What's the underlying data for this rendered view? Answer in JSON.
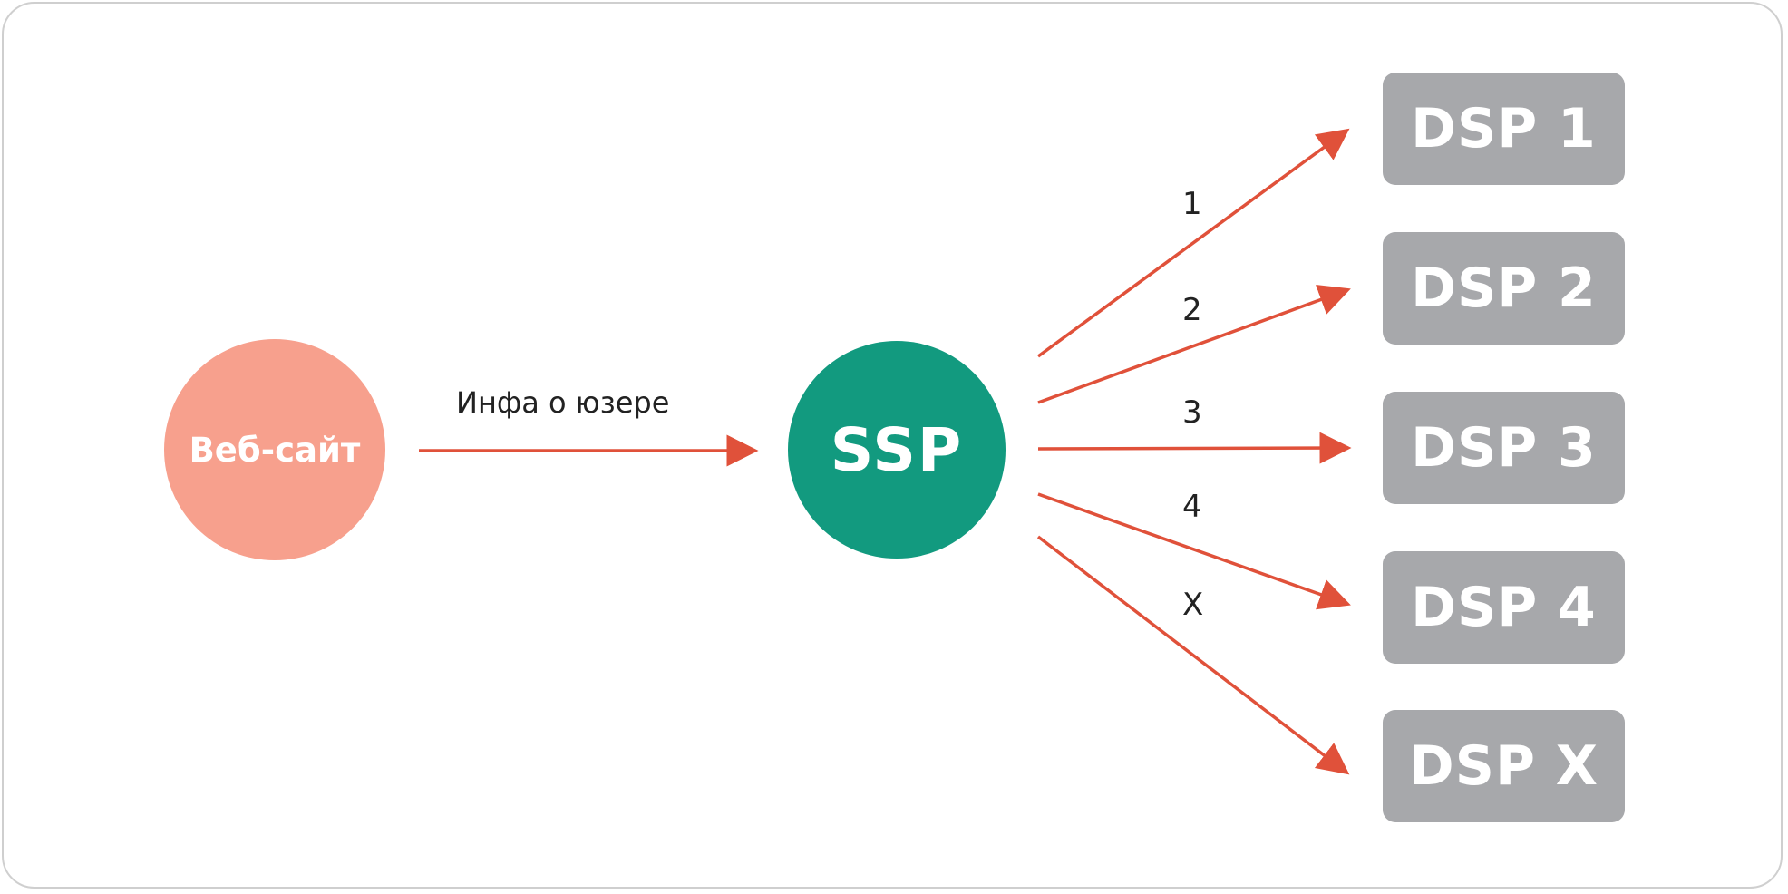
{
  "colors": {
    "frame_border": "#cfcfcf",
    "website_fill": "#f7a08d",
    "ssp_fill": "#129a7f",
    "dsp_fill": "#a7a8ab",
    "arrow": "#e0513a",
    "label_text": "#222222"
  },
  "nodes": {
    "website": "Веб-сайт",
    "ssp": "SSP",
    "dsps": [
      "DSP 1",
      "DSP 2",
      "DSP 3",
      "DSP 4",
      "DSP X"
    ]
  },
  "edges": {
    "main_label": "Инфа о юзере",
    "branch_labels": [
      "1",
      "2",
      "3",
      "4",
      "X"
    ]
  }
}
